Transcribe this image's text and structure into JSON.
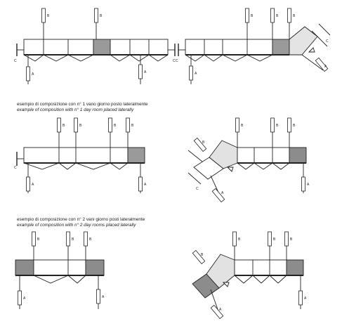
{
  "captions": {
    "one_day_room": {
      "it": "esempio di composizione con n° 1 vano giorno posto lateralmente",
      "en": "example of composition with n° 1 day room placed laterally"
    },
    "two_day_rooms": {
      "it": "esempio di composizione con n° 2 vani giorno posti lateralmente",
      "en": "example of composition with n° 2 day rooms placed laterally"
    }
  },
  "markers": {
    "a": "A",
    "b": "B",
    "c": "C"
  },
  "colors": {
    "line": "#222222",
    "day_room_dark": "#8c8c8c",
    "day_room_light": "#dcdcdc",
    "paper": "#ffffff"
  }
}
